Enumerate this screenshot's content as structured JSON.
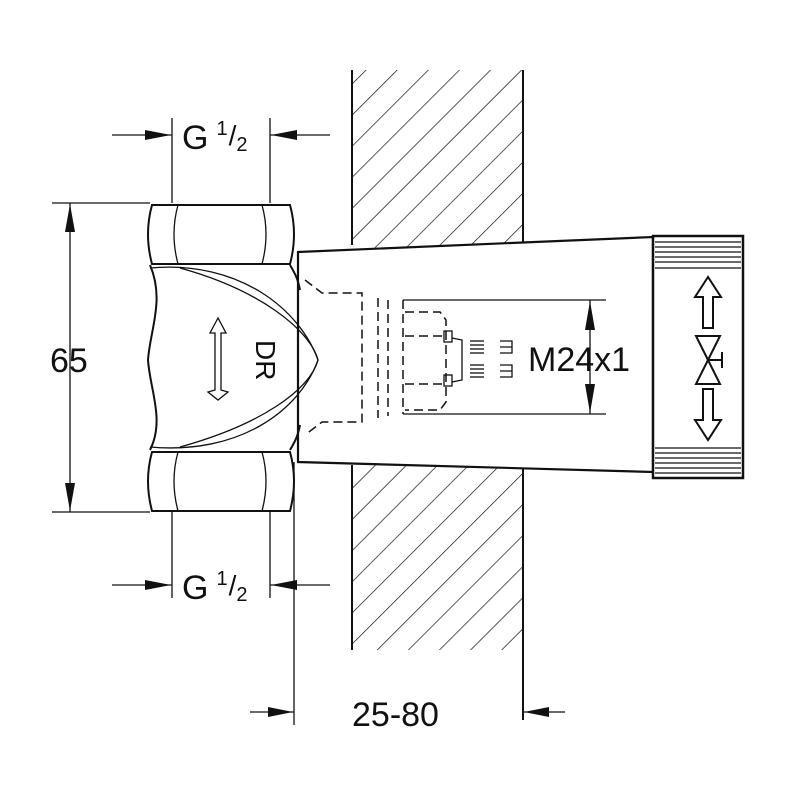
{
  "drawing": {
    "dim_thread_top": {
      "main": "G",
      "sup": "1",
      "sub": "2"
    },
    "dim_thread_bottom": {
      "main": "G",
      "sup": "1",
      "sub": "2"
    },
    "dim_height": "65",
    "dim_thread_spindle": "M24x1",
    "dim_wall_depth": "25-80",
    "flow_label": "DR"
  },
  "colors": {
    "line": "#111111",
    "background": "#ffffff"
  }
}
